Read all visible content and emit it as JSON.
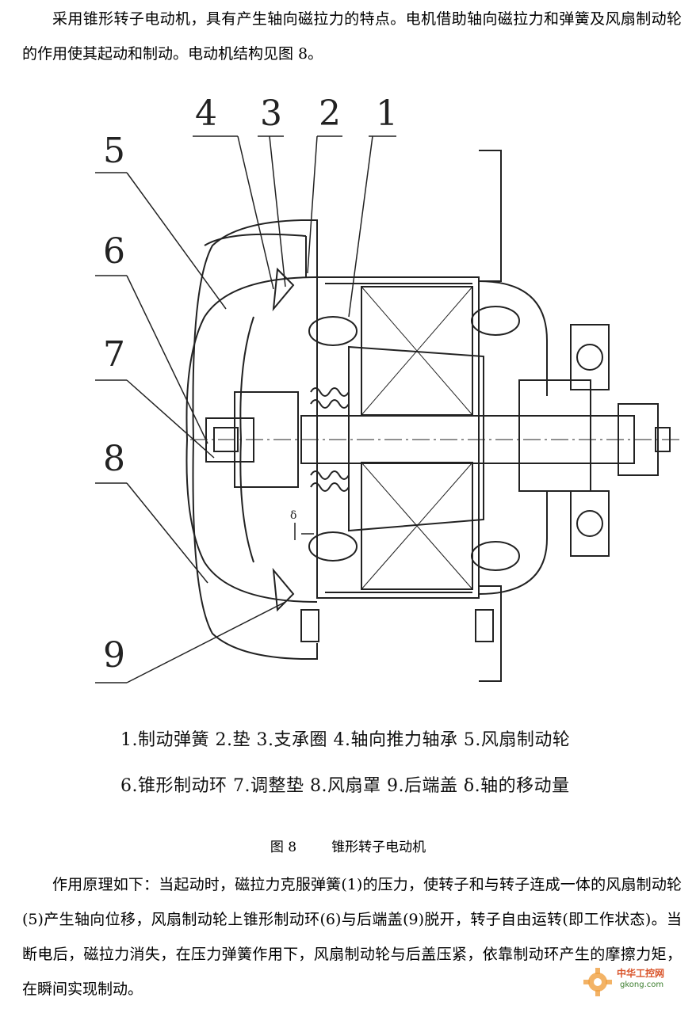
{
  "intro_paragraph": "采用锥形转子电动机，具有产生轴向磁拉力的特点。电机借助轴向磁拉力和弹簧及风扇制动轮的作用使其起动和制动。电动机结构见图 8。",
  "figure": {
    "callouts": [
      "4",
      "3",
      "2",
      "1",
      "5",
      "6",
      "7",
      "8",
      "9"
    ],
    "delta_symbol": "δ",
    "legend_line_1": "1.制动弹簧  2.垫  3.支承圈  4.轴向推力轴承 5.风扇制动轮",
    "legend_line_2": "6.锥形制动环  7.调整垫  8.风扇罩  9.后端盖  δ.轴的移动量",
    "caption_number": "图 8",
    "caption_title": "锥形转子电动机"
  },
  "body_paragraph": "作用原理如下：当起动时，磁拉力克服弹簧(1)的压力，使转子和与转子连成一体的风扇制动轮(5)产生轴向位移，风扇制动轮上锥形制动环(6)与后端盖(9)脱开，转子自由运转(即工作状态)。当断电后，磁拉力消失，在压力弹簧作用下，风扇制动轮与后盖压紧，依靠制动环产生的摩擦力矩，在瞬间实现制动。",
  "watermark": {
    "text": "中华工控网",
    "url_text": "gkong.com",
    "colors": {
      "primary": "#d9542a",
      "secondary": "#3a7d2c"
    }
  }
}
